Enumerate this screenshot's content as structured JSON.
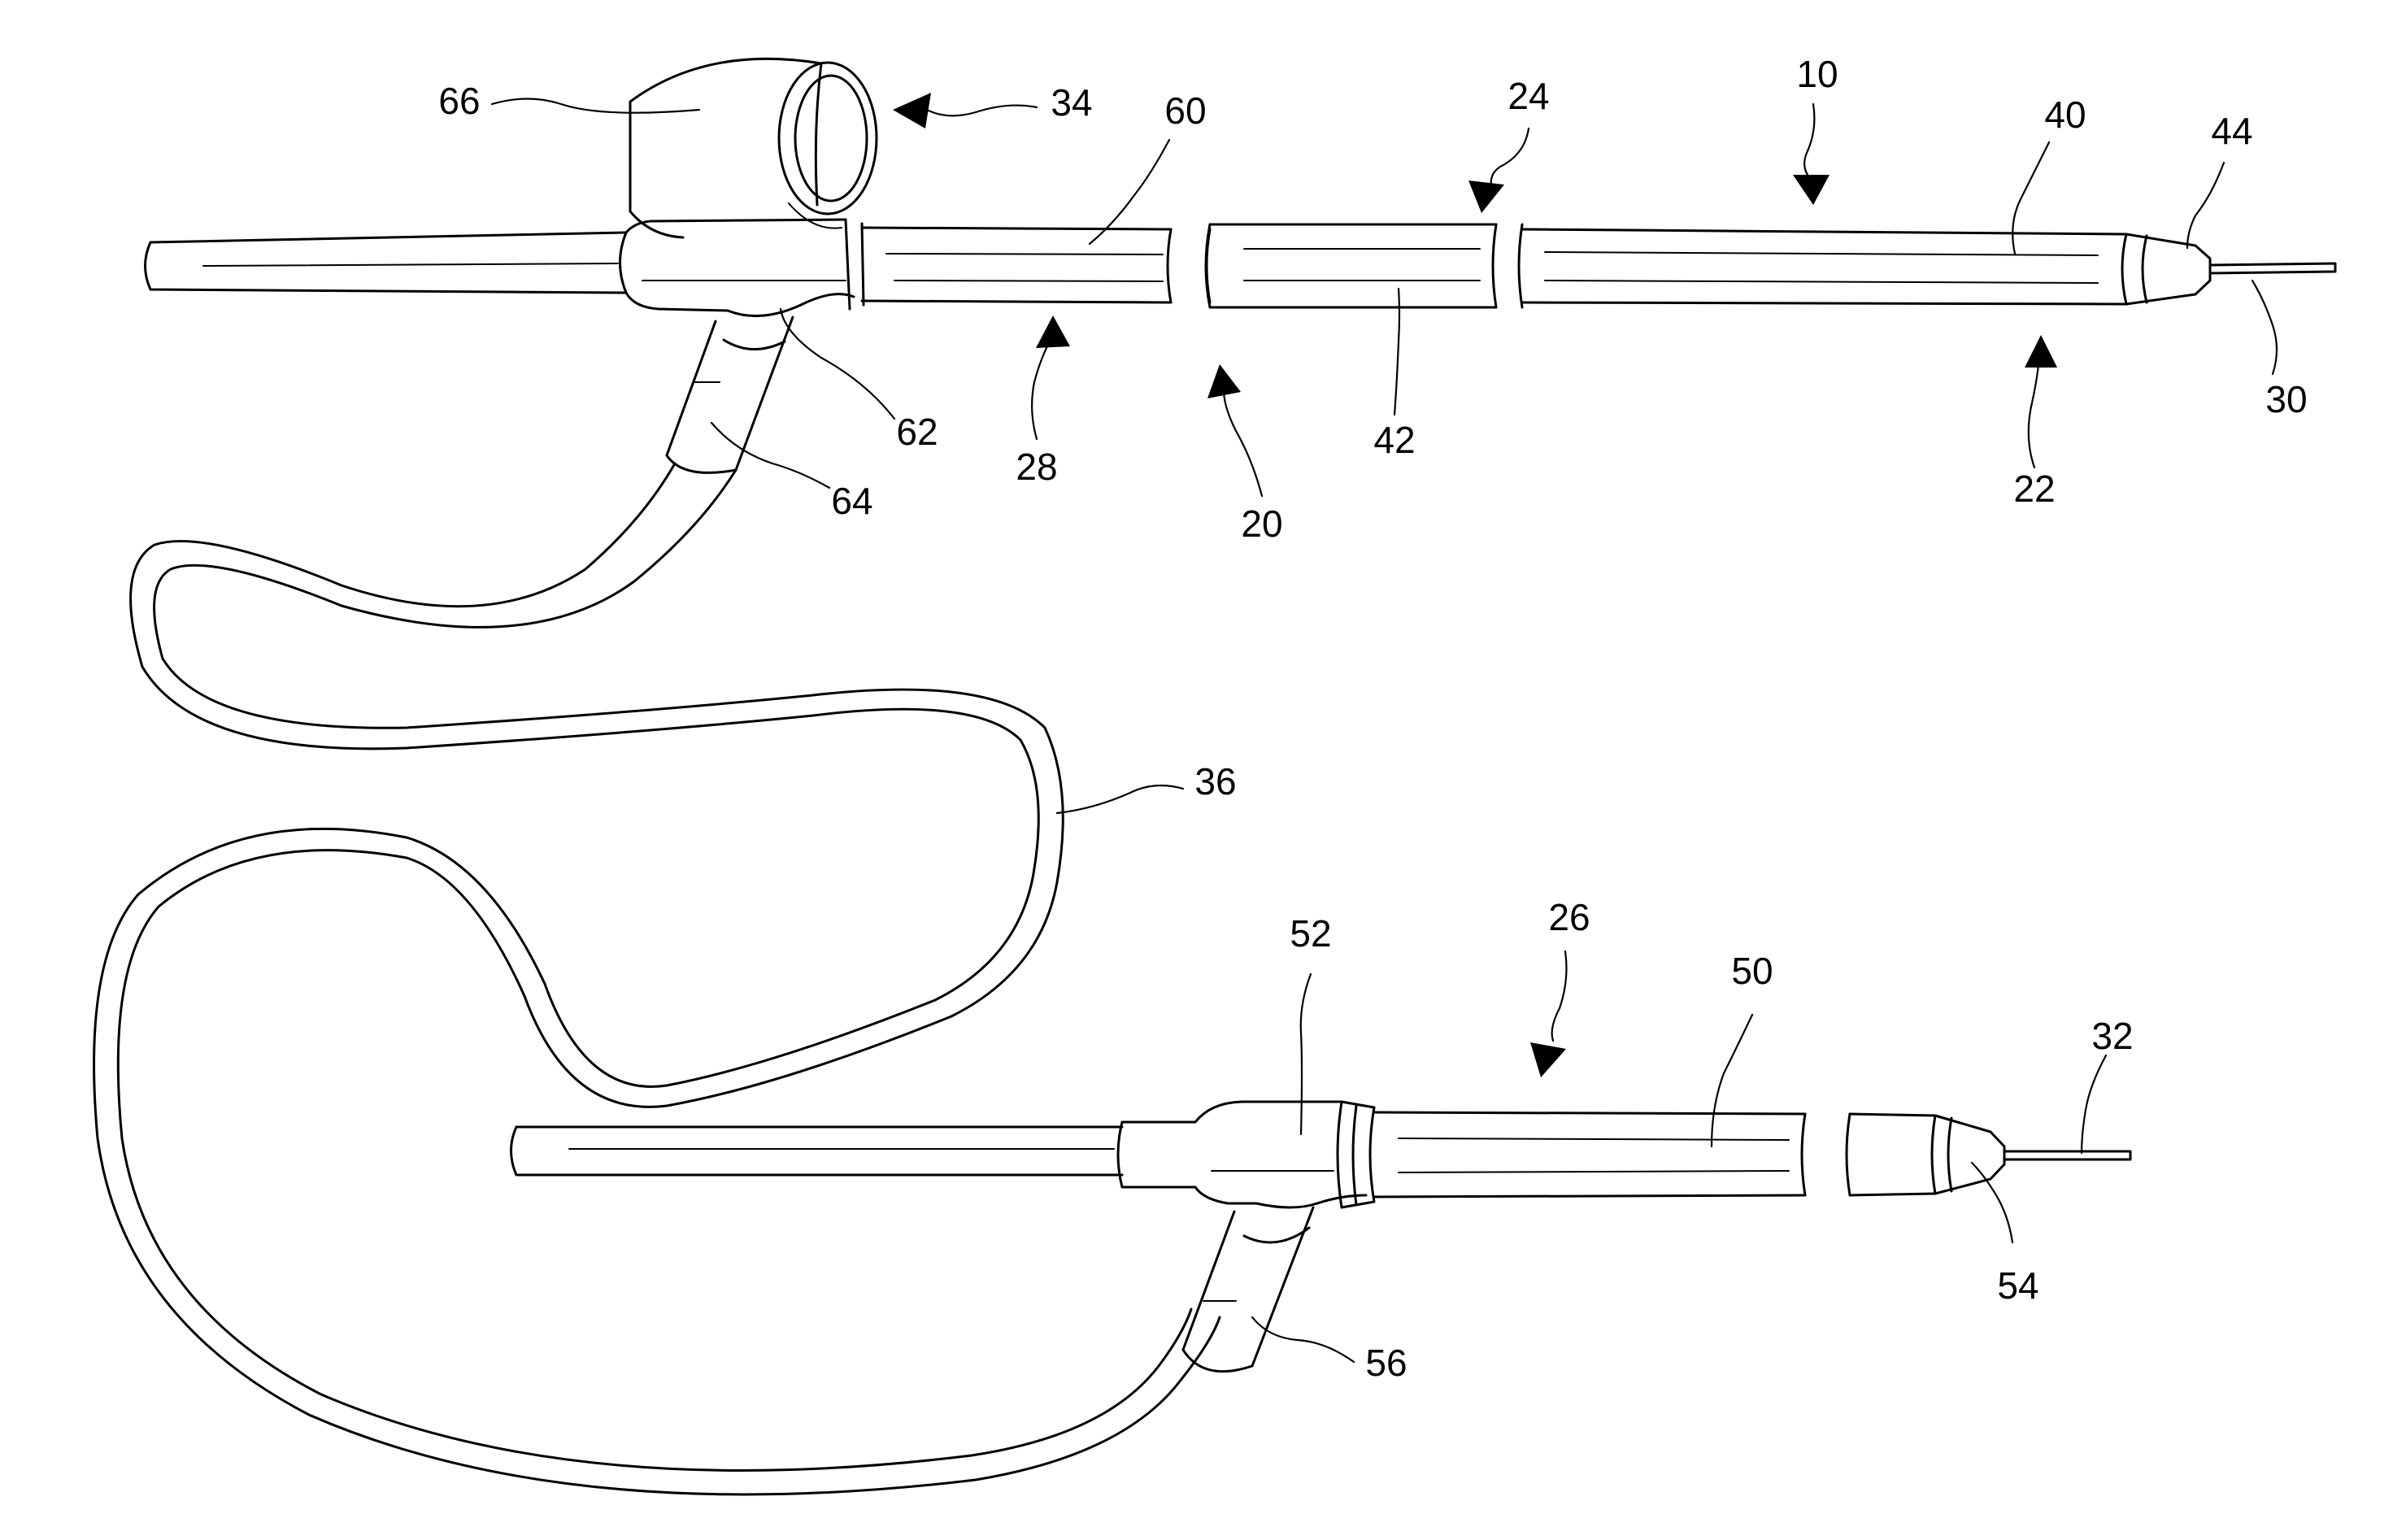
{
  "figure": {
    "line_color": "#000000",
    "background": "#ffffff",
    "refs": {
      "r10": "10",
      "r20": "20",
      "r22": "22",
      "r24": "24",
      "r26": "26",
      "r28": "28",
      "r30": "30",
      "r32": "32",
      "r34": "34",
      "r36": "36",
      "r40": "40",
      "r42": "42",
      "r44": "44",
      "r50": "50",
      "r52": "52",
      "r54": "54",
      "r56": "56",
      "r60": "60",
      "r62": "62",
      "r64": "64",
      "r66": "66"
    }
  }
}
